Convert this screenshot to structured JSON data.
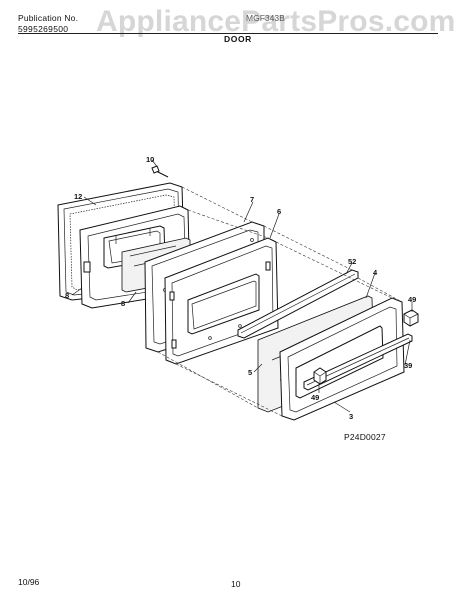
{
  "header": {
    "publication_label": "Publication No.",
    "publication_number": "5995269500",
    "model": "MGF343B",
    "section_title": "DOOR",
    "watermark": "AppliancePartsPros.com"
  },
  "diagram": {
    "callouts": [
      {
        "label": "10"
      },
      {
        "label": "12"
      },
      {
        "label": "7"
      },
      {
        "label": "6"
      },
      {
        "label": "8"
      },
      {
        "label": "8"
      },
      {
        "label": "52"
      },
      {
        "label": "4"
      },
      {
        "label": "49"
      },
      {
        "label": "5"
      },
      {
        "label": "39"
      },
      {
        "label": "49"
      },
      {
        "label": "3"
      }
    ],
    "figure_code": "P24D0027"
  },
  "footer": {
    "date": "10/96",
    "page_number": "10"
  }
}
